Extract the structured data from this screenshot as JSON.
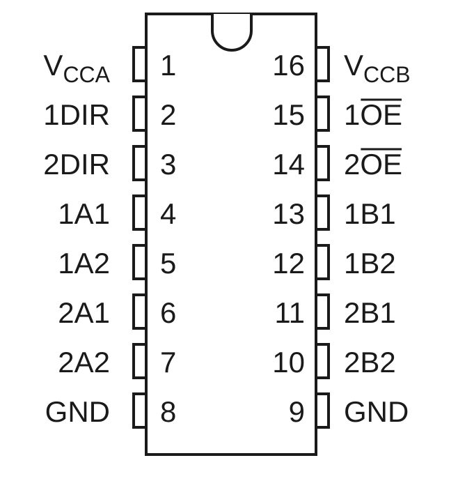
{
  "diagram": {
    "left_pins": [
      {
        "number": "1",
        "name": "V",
        "sub": "CCA",
        "overline": false
      },
      {
        "number": "2",
        "name": "1DIR",
        "sub": "",
        "overline": false
      },
      {
        "number": "3",
        "name": "2DIR",
        "sub": "",
        "overline": false
      },
      {
        "number": "4",
        "name": "1A1",
        "sub": "",
        "overline": false
      },
      {
        "number": "5",
        "name": "1A2",
        "sub": "",
        "overline": false
      },
      {
        "number": "6",
        "name": "2A1",
        "sub": "",
        "overline": false
      },
      {
        "number": "7",
        "name": "2A2",
        "sub": "",
        "overline": false
      },
      {
        "number": "8",
        "name": "GND",
        "sub": "",
        "overline": false
      }
    ],
    "right_pins": [
      {
        "number": "16",
        "name": "V",
        "sub": "CCB",
        "prefix": "",
        "overline": false
      },
      {
        "number": "15",
        "name": "OE",
        "sub": "",
        "prefix": "1",
        "overline": true
      },
      {
        "number": "14",
        "name": "OE",
        "sub": "",
        "prefix": "2",
        "overline": true
      },
      {
        "number": "13",
        "name": "1B1",
        "sub": "",
        "prefix": "",
        "overline": false
      },
      {
        "number": "12",
        "name": "1B2",
        "sub": "",
        "prefix": "",
        "overline": false
      },
      {
        "number": "11",
        "name": "2B1",
        "sub": "",
        "prefix": "",
        "overline": false
      },
      {
        "number": "10",
        "name": "2B2",
        "sub": "",
        "prefix": "",
        "overline": false
      },
      {
        "number": "9",
        "name": "GND",
        "sub": "",
        "prefix": "",
        "overline": false
      }
    ]
  }
}
